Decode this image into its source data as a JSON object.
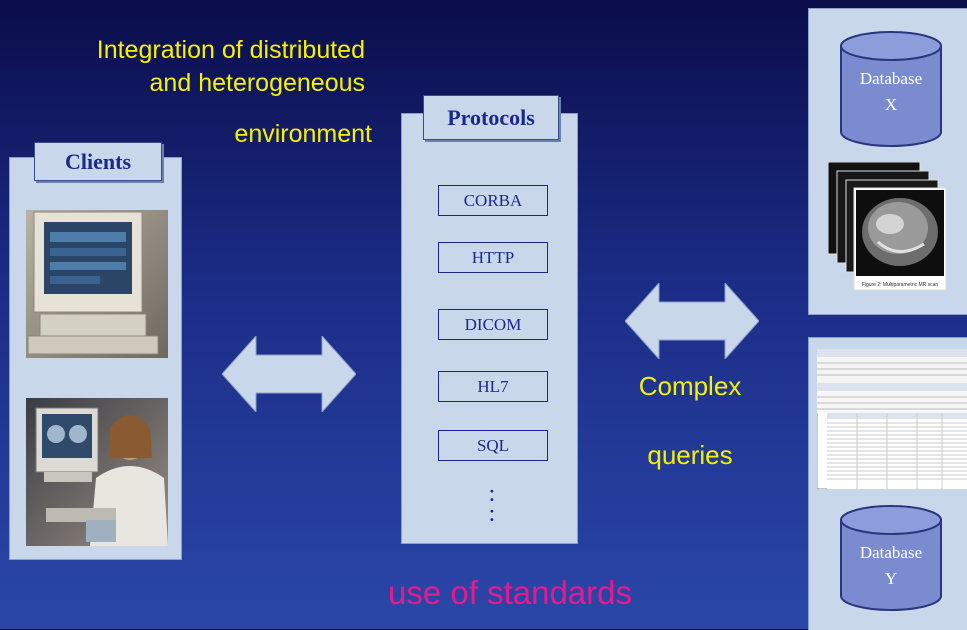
{
  "title": {
    "line1": "Integration of distributed",
    "line2": "and heterogeneous",
    "line3": "environment"
  },
  "clients": {
    "label": "Clients"
  },
  "protocols": {
    "label": "Protocols",
    "items": [
      "CORBA",
      "HTTP",
      "DICOM",
      "HL7",
      "SQL"
    ],
    "ellipsis": ":"
  },
  "complex_queries": {
    "line1": "Complex",
    "line2": "queries"
  },
  "footer": "use of standards",
  "databases": [
    {
      "line1": "Database",
      "line2": "X"
    },
    {
      "line1": "Database",
      "line2": "Y"
    }
  ],
  "scan_caption": "Figure 2: Multiparametric MR scan",
  "colors": {
    "accent_text": "#f5f200",
    "footer_text": "#e8198f",
    "box_fill": "#c9d7eb",
    "box_text": "#1b2a8a",
    "arrow_fill": "#c9d7eb",
    "cylinder_fill": "#7a8ccf"
  }
}
